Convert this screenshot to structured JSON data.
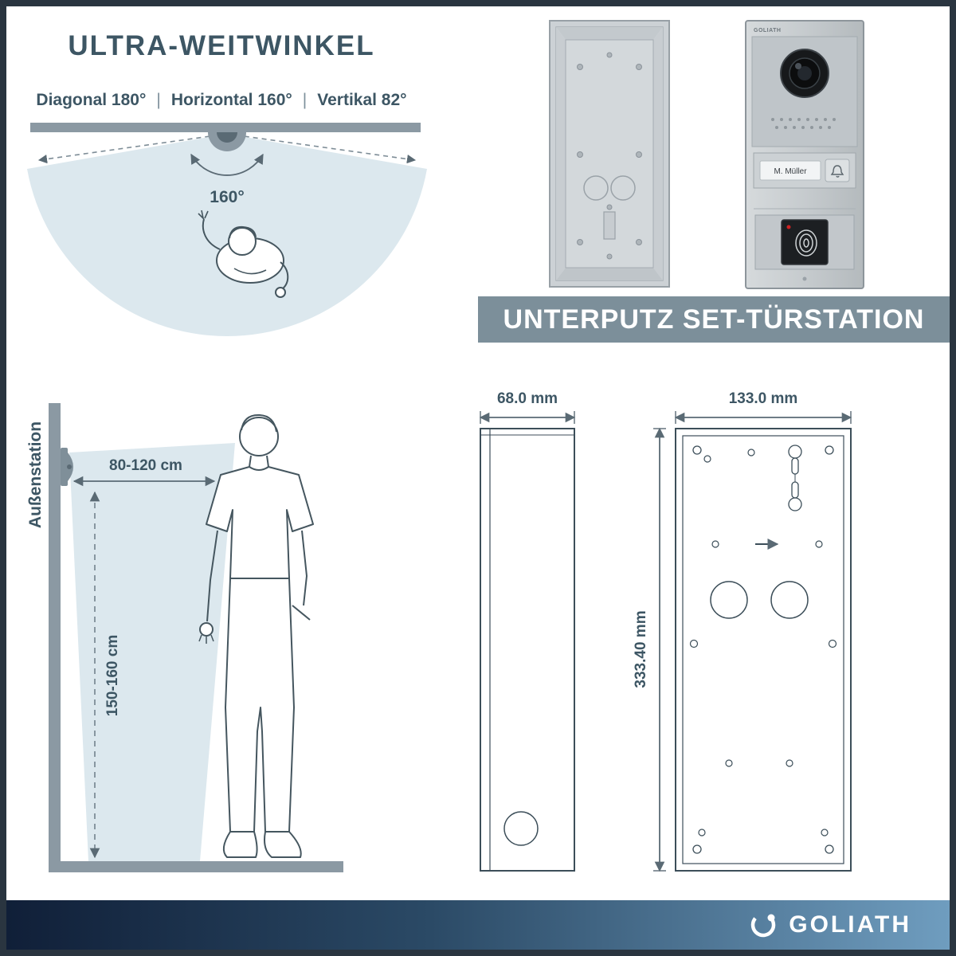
{
  "header": {
    "title": "ULTRA-WEITWINKEL",
    "specs": {
      "diagonal": "Diagonal 180°",
      "horizontal": "Horizontal 160°",
      "vertical": "Vertikal 82°",
      "separator": "|"
    },
    "angle_label": "160°"
  },
  "product": {
    "banner_title": "UNTERPUTZ SET-TÜRSTATION",
    "station_brand": "GOLIATH",
    "name_plate": "M. Müller"
  },
  "installation": {
    "wall_label": "Außenstation",
    "distance_label": "80-120 cm",
    "height_label": "150-160 cm"
  },
  "drawings": {
    "depth_label": "68.0 mm",
    "width_label": "133.0 mm",
    "height_label": "333.40 mm"
  },
  "footer": {
    "brand": "GOLIATH"
  },
  "colors": {
    "accent": "#3d5664",
    "wedge_blue": "#dce8ee",
    "bar_gray": "#8b99a3",
    "banner_gray": "#7c8f9a",
    "drawing_line": "#3c4e59",
    "footer_dark": "#101f38",
    "footer_light": "#6f9dbf"
  }
}
